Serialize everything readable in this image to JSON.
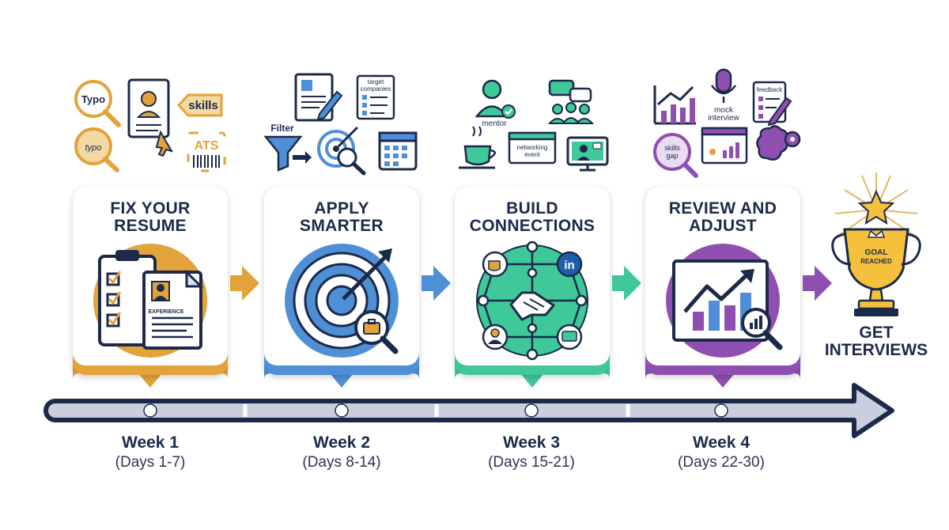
{
  "steps": [
    {
      "title_line1": "FIX YOUR",
      "title_line2": "RESUME",
      "week": "Week 1",
      "days": "(Days 1-7)",
      "color": "#e3a33b"
    },
    {
      "title_line1": "APPLY",
      "title_line2": "SMARTER",
      "week": "Week 2",
      "days": "(Days 8-14)",
      "color": "#4f8fd6"
    },
    {
      "title_line1": "BUILD",
      "title_line2": "CONNECTIONS",
      "week": "Week 3",
      "days": "(Days 15-21)",
      "color": "#3fc89a"
    },
    {
      "title_line1": "REVIEW AND",
      "title_line2": "ADJUST",
      "week": "Week 4",
      "days": "(Days 22-30)",
      "color": "#8e4fb0"
    }
  ],
  "goal": {
    "title_line1": "GET",
    "title_line2": "INTERVIEWS",
    "trophy_text_1": "GOAL",
    "trophy_text_2": "REACHED"
  },
  "icons": {
    "step1": {
      "typo": "Typo",
      "typo2": "typo",
      "skills": "skills",
      "ats": "ATS",
      "experience": "EXPERIENCE"
    },
    "step2": {
      "filter": "Filter",
      "target_companies_1": "target",
      "target_companies_2": "companies"
    },
    "step3": {
      "mentor": "mentor",
      "networking_1": "networking",
      "networking_2": "event",
      "linkedin": "in"
    },
    "step4": {
      "mock_1": "mock",
      "mock_2": "interview",
      "feedback": "feedback",
      "skills_gap_1": "skills",
      "skills_gap_2": "gap",
      "chart_feedback": "feedback"
    }
  },
  "colors": {
    "navy": "#1c2a4a",
    "timeline": "#c9cfdc"
  }
}
